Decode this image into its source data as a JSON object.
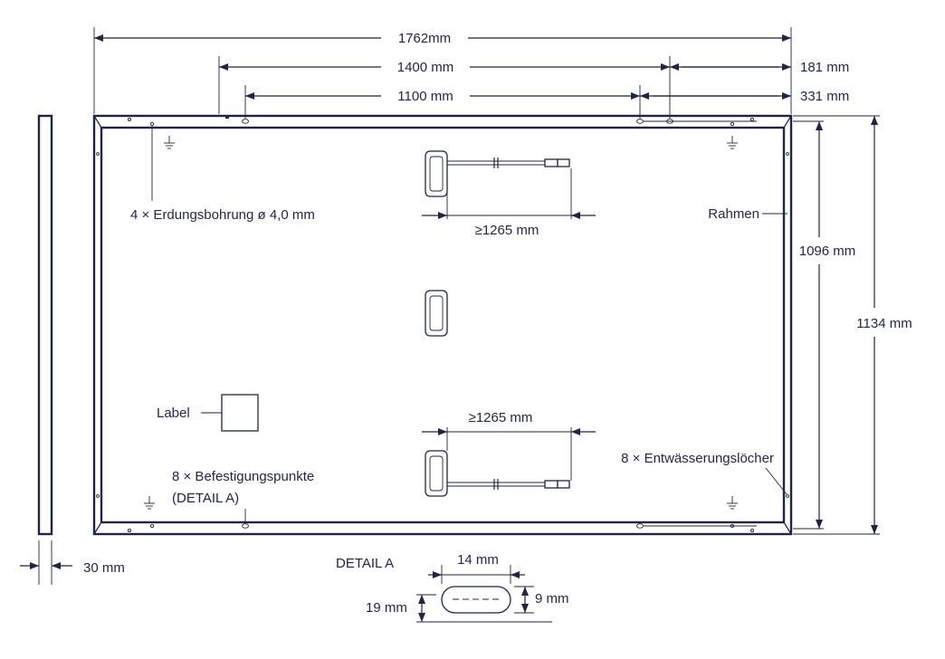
{
  "colors": {
    "line": "#1f2547",
    "background": "#ffffff"
  },
  "dimensions": {
    "total_length": "1762mm",
    "mount_span_outer": "1400 mm",
    "mount_span_inner": "1100 mm",
    "outer_offset": "181 mm",
    "inner_offset": "331 mm",
    "inner_height": "1096 mm",
    "total_height": "1134 mm",
    "frame_thickness": "30 mm",
    "cable_length_top": "≥1265 mm",
    "cable_length_bottom": "≥1265 mm"
  },
  "labels": {
    "grounding_holes": "4 × Erdungsbohrung ø 4,0 mm",
    "frame": "Rahmen",
    "label": "Label",
    "mounting_points_line1": "8 × Befestigungspunkte",
    "mounting_points_line2": "(DETAIL A)",
    "drain_holes": "8 × Entwässerungslöcher"
  },
  "detail": {
    "title": "DETAIL A",
    "slot_length": "14 mm",
    "slot_height_inner": "9 mm",
    "slot_height_outer": "19 mm"
  },
  "icons": [
    "ground-symbol-icon",
    "junction-box-icon",
    "connector-icon"
  ]
}
